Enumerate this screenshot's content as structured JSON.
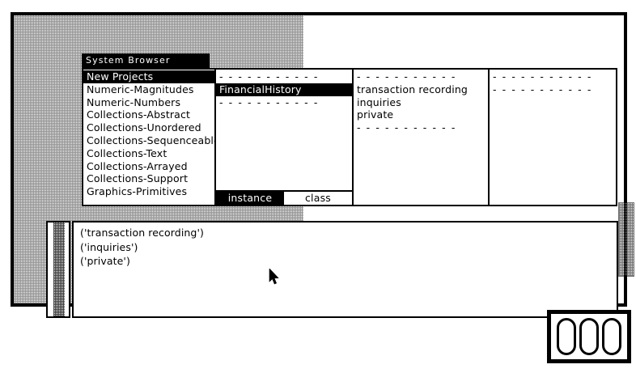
{
  "window": {
    "title": "System Browser"
  },
  "categories": {
    "name": "class-category-list",
    "items": [
      {
        "label": "New Projects",
        "selected": true
      },
      {
        "label": "Numeric-Magnitudes",
        "selected": false
      },
      {
        "label": "Numeric-Numbers",
        "selected": false
      },
      {
        "label": "Collections-Abstract",
        "selected": false
      },
      {
        "label": "Collections-Unordered",
        "selected": false
      },
      {
        "label": "Collections-Sequenceable",
        "selected": false
      },
      {
        "label": "Collections-Text",
        "selected": false
      },
      {
        "label": "Collections-Arrayed",
        "selected": false
      },
      {
        "label": "Collections-Support",
        "selected": false
      },
      {
        "label": "Graphics-Primitives",
        "selected": false
      }
    ]
  },
  "classes": {
    "name": "class-list",
    "separator": "- - - - - - - - - - -",
    "items": [
      {
        "label": "- - - - - - - - - - -",
        "kind": "separator",
        "selected": false
      },
      {
        "label": "FinancialHistory",
        "kind": "item",
        "selected": true
      },
      {
        "label": "- - - - - - - - - - -",
        "kind": "separator",
        "selected": false
      }
    ]
  },
  "switch": {
    "instance_label": "instance",
    "class_label": "class",
    "active": "instance"
  },
  "protocols": {
    "name": "message-category-list",
    "items": [
      {
        "label": "- - - - - - - - - - -",
        "kind": "separator",
        "selected": false
      },
      {
        "label": "transaction recording",
        "kind": "item",
        "selected": false
      },
      {
        "label": "inquiries",
        "kind": "item",
        "selected": false
      },
      {
        "label": "private",
        "kind": "item",
        "selected": false
      },
      {
        "label": "- - - - - - - - - - -",
        "kind": "separator",
        "selected": false
      }
    ]
  },
  "selectors": {
    "name": "message-selector-list",
    "items": [
      {
        "label": "- - - - - - - - - - -",
        "kind": "separator",
        "selected": false
      },
      {
        "label": "- - - - - - - - - - -",
        "kind": "separator",
        "selected": false
      }
    ]
  },
  "text_pane": {
    "name": "code-text-pane",
    "lines": [
      "('transaction recording')",
      "('inquiries')",
      "('private')"
    ]
  },
  "collapsed_icon": {
    "name": "collapsed-window-icon",
    "pill_count": 3
  },
  "colors": {
    "foreground": "#000000",
    "background": "#ffffff",
    "selection_bg": "#000000",
    "selection_fg": "#ffffff"
  }
}
